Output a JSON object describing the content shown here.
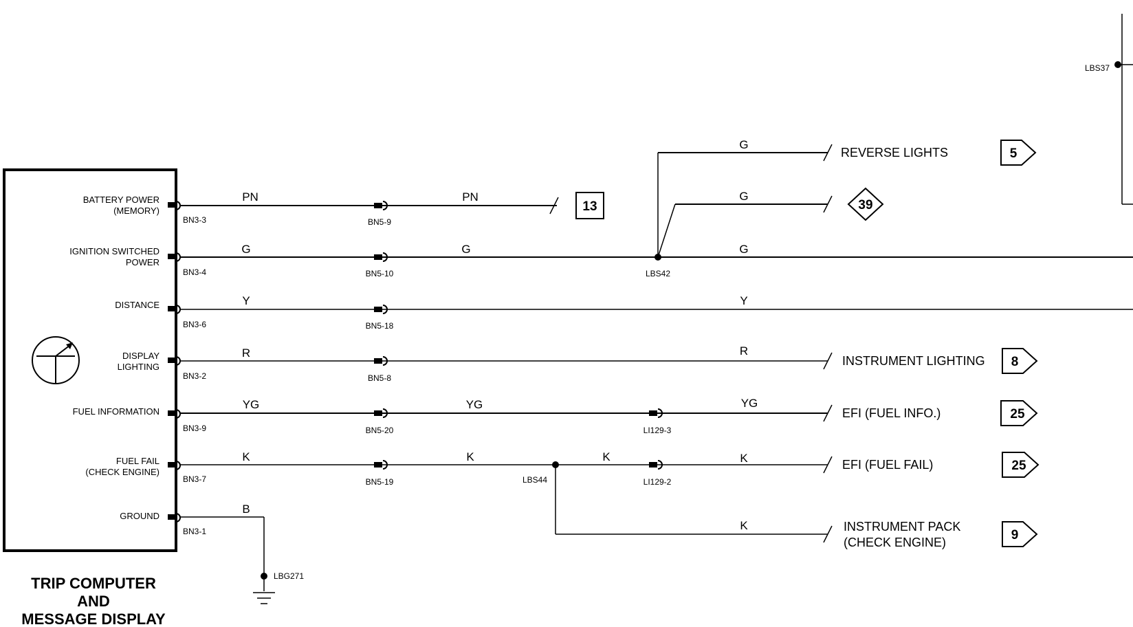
{
  "component": {
    "title_lines": [
      "TRIP COMPUTER",
      "AND",
      "MESSAGE DISPLAY"
    ],
    "pins": [
      {
        "label_lines": [
          "BATTERY POWER",
          "(MEMORY)"
        ],
        "pin_id": "BN3-3"
      },
      {
        "label_lines": [
          "IGNITION SWITCHED",
          "POWER"
        ],
        "pin_id": "BN3-4"
      },
      {
        "label_lines": [
          "DISTANCE"
        ],
        "pin_id": "BN3-6"
      },
      {
        "label_lines": [
          "DISPLAY",
          "LIGHTING"
        ],
        "pin_id": "BN3-2"
      },
      {
        "label_lines": [
          "FUEL INFORMATION"
        ],
        "pin_id": "BN3-9"
      },
      {
        "label_lines": [
          "FUEL FAIL",
          "(CHECK ENGINE)"
        ],
        "pin_id": "BN3-7"
      },
      {
        "label_lines": [
          "GROUND"
        ],
        "pin_id": "BN3-1"
      }
    ]
  },
  "inline_connectors": {
    "bn5": [
      "BN5-9",
      "BN5-10",
      "BN5-18",
      "BN5-8",
      "BN5-20",
      "BN5-19"
    ],
    "li129": [
      "LI129-3",
      "LI129-2"
    ]
  },
  "wire_colors": {
    "battery": [
      "PN",
      "PN"
    ],
    "ignition": [
      "G",
      "G",
      "G"
    ],
    "distance": [
      "Y",
      "Y"
    ],
    "lighting": [
      "R",
      "R"
    ],
    "fuel_info": [
      "YG",
      "YG",
      "YG"
    ],
    "fuel_fail": [
      "K",
      "K",
      "K",
      "K"
    ],
    "ground": "B",
    "reverse": "G",
    "ref39": "G",
    "instrument_pack": "K"
  },
  "splices": {
    "lbs42": "LBS42",
    "lbs44": "LBS44",
    "lbs37": "LBS37"
  },
  "ground_point": "LBG271",
  "destinations": {
    "reverse": "REVERSE LIGHTS",
    "instrument_lighting": "INSTRUMENT LIGHTING",
    "efi_fuel_info": "EFI (FUEL INFO.)",
    "efi_fuel_fail": "EFI (FUEL FAIL)",
    "instrument_pack_lines": [
      "INSTRUMENT PACK",
      "(CHECK ENGINE)"
    ]
  },
  "page_refs": {
    "battery": "13",
    "reverse": "5",
    "diamond": "39",
    "lighting": "8",
    "fuel_info": "25",
    "fuel_fail": "25",
    "instrument_pack": "9"
  }
}
